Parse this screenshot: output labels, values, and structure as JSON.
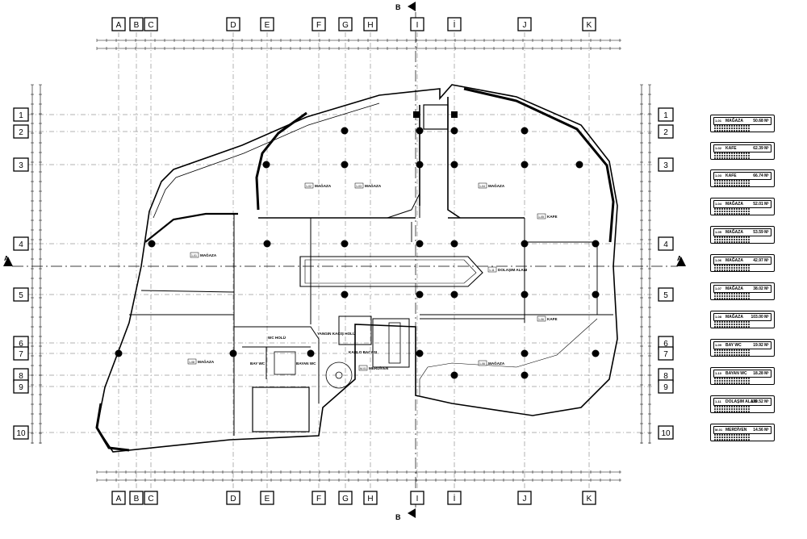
{
  "grid": {
    "columns": [
      "A",
      "B",
      "C",
      "D",
      "E",
      "F",
      "G",
      "H",
      "I",
      "İ",
      "J",
      "K"
    ],
    "rows": [
      "1",
      "2",
      "3",
      "4",
      "5",
      "6",
      "7",
      "8",
      "9",
      "10"
    ]
  },
  "sections": {
    "a_label": "A",
    "b_label": "B"
  },
  "rooms": [
    {
      "code": "1-02",
      "name": "MAĞAZA"
    },
    {
      "code": "1-03",
      "name": "MAĞAZA"
    },
    {
      "code": "1-04",
      "name": "MAĞAZA"
    },
    {
      "code": "1-05",
      "name": "KAFE"
    },
    {
      "code": "1-01",
      "name": "MAĞAZA"
    },
    {
      "code": "1-11",
      "name": "DOLAŞIM ALANI"
    },
    {
      "code": "1-06",
      "name": "KAFE"
    },
    {
      "code": "",
      "name": "WC HOLÜ"
    },
    {
      "code": "",
      "name": "YANGIN KAÇIŞ HOLÜ"
    },
    {
      "code": "",
      "name": "BAY WC"
    },
    {
      "code": "",
      "name": "BAYAN WC"
    },
    {
      "code": "",
      "name": "KABLO BACASI"
    },
    {
      "code": "M-01",
      "name": "MERDİVEN"
    },
    {
      "code": "1-06",
      "name": "MAĞAZA"
    },
    {
      "code": "1-08",
      "name": "MAĞAZA"
    }
  ],
  "schedule": [
    {
      "code": "1-01",
      "name": "MAĞAZA",
      "area": "50.68 M²"
    },
    {
      "code": "1-02",
      "name": "KAFE",
      "area": "62.39 M²"
    },
    {
      "code": "1-03",
      "name": "KAFE",
      "area": "66.74 M²"
    },
    {
      "code": "1-04",
      "name": "MAĞAZA",
      "area": "52.01 M²"
    },
    {
      "code": "1-05",
      "name": "MAĞAZA",
      "area": "53.59 M²"
    },
    {
      "code": "1-06",
      "name": "MAĞAZA",
      "area": "42.97 M²"
    },
    {
      "code": "1-07",
      "name": "MAĞAZA",
      "area": "38.02 M²"
    },
    {
      "code": "1-08",
      "name": "MAĞAZA",
      "area": "103.00 M²"
    },
    {
      "code": "1-09",
      "name": "BAY WC",
      "area": "19.92 M²"
    },
    {
      "code": "1-10",
      "name": "BAYAN WC",
      "area": "18.28 M²"
    },
    {
      "code": "1-11",
      "name": "DOLAŞIM ALANI",
      "area": "129.52 M²"
    },
    {
      "code": "M-01",
      "name": "MERDİVEN",
      "area": "14.56 M²"
    }
  ]
}
